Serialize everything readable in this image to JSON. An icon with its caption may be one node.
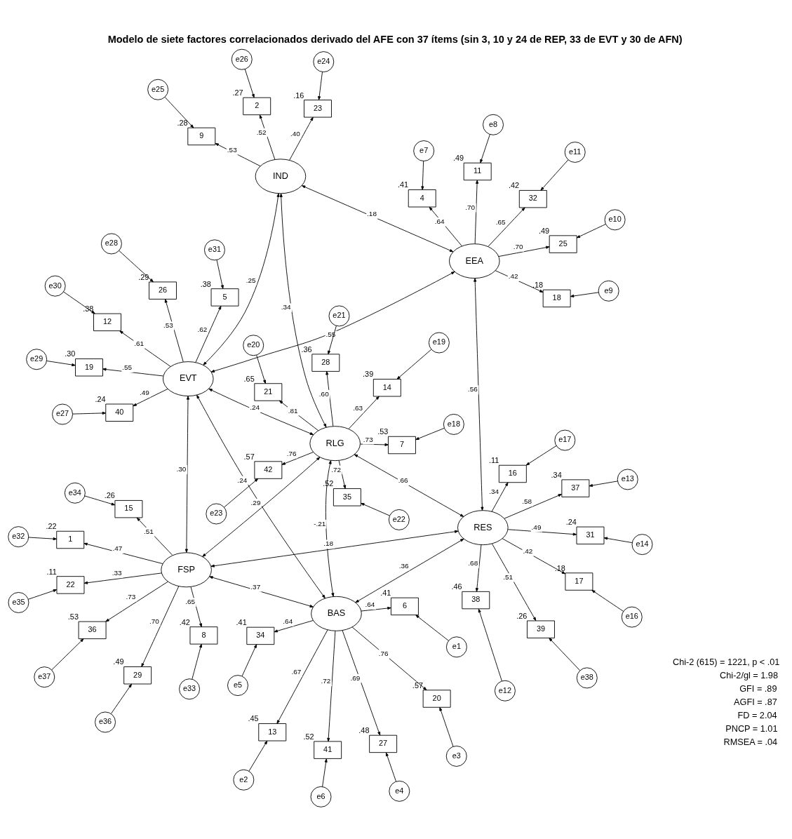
{
  "diagram": {
    "title": "Modelo de siete factores correlacionados derivado del AFE con 37 ítems (sin 3, 10 y 24 de REP, 33 de EVT y 30 de AFN)",
    "nodes": [
      {
        "text": [
          "BAS"
        ]
      },
      {
        "text": [
          "6"
        ],
        "beside": [
          ".41"
        ]
      },
      {
        "text": [
          "13"
        ],
        "beside": [
          ".45"
        ]
      },
      {
        "text": [
          "20"
        ],
        "beside": [
          ".57"
        ]
      },
      {
        "text": [
          "27"
        ],
        "beside": [
          ".48"
        ]
      },
      {
        "text": [
          "34"
        ],
        "beside": [
          ".41"
        ]
      },
      {
        "text": [
          "41"
        ],
        "beside": [
          ".52"
        ]
      },
      {
        "text": [
          "e1"
        ]
      },
      {
        "text": [
          "e2"
        ]
      },
      {
        "text": [
          "e3"
        ]
      },
      {
        "text": [
          "e4"
        ]
      },
      {
        "text": [
          "e5"
        ]
      },
      {
        "text": [
          "e6"
        ]
      },
      {
        "text": [
          "RES"
        ]
      },
      {
        "text": [
          "16"
        ],
        "beside": [
          ".11"
        ]
      },
      {
        "text": [
          "17"
        ],
        "beside": [
          ".18"
        ]
      },
      {
        "text": [
          "31"
        ],
        "beside": [
          ".24"
        ]
      },
      {
        "text": [
          "37"
        ],
        "beside": [
          ".34"
        ]
      },
      {
        "text": [
          "38"
        ],
        "beside": [
          ".46"
        ]
      },
      {
        "text": [
          "39"
        ],
        "beside": [
          ".26"
        ]
      },
      {
        "text": [
          "e17"
        ]
      },
      {
        "text": [
          "e16"
        ]
      },
      {
        "text": [
          "e14"
        ]
      },
      {
        "text": [
          "e13"
        ]
      },
      {
        "text": [
          "e12"
        ]
      },
      {
        "text": [
          "e38"
        ]
      },
      {
        "text": [
          "EEA"
        ]
      },
      {
        "text": [
          "4"
        ],
        "beside": [
          ".41"
        ]
      },
      {
        "text": [
          "11"
        ],
        "beside": [
          ".49"
        ]
      },
      {
        "text": [
          "18"
        ],
        "beside": [
          ".18"
        ]
      },
      {
        "text": [
          "25"
        ],
        "beside": [
          ".49"
        ]
      },
      {
        "text": [
          "32"
        ],
        "beside": [
          ".42"
        ]
      },
      {
        "text": [
          "e7"
        ]
      },
      {
        "text": [
          "e8"
        ]
      },
      {
        "text": [
          "e9"
        ]
      },
      {
        "text": [
          "e10"
        ]
      },
      {
        "text": [
          "e11"
        ]
      },
      {
        "text": [
          "IND"
        ]
      },
      {
        "text": [
          "2"
        ],
        "beside": [
          ".27"
        ]
      },
      {
        "text": [
          "9"
        ],
        "beside": [
          ".28"
        ]
      },
      {
        "text": [
          "23"
        ],
        "beside": [
          ".16"
        ]
      },
      {
        "text": [
          "e26"
        ]
      },
      {
        "text": [
          "e25"
        ]
      },
      {
        "text": [
          "e24"
        ]
      },
      {
        "text": [
          "RLG"
        ]
      },
      {
        "text": [
          "7"
        ],
        "beside": [
          ".53"
        ]
      },
      {
        "text": [
          "14"
        ],
        "beside": [
          ".39"
        ]
      },
      {
        "text": [
          "21"
        ],
        "beside": [
          ".65"
        ]
      },
      {
        "text": [
          "28"
        ],
        "beside": [
          ".36"
        ]
      },
      {
        "text": [
          "35"
        ],
        "beside": [
          ".52"
        ]
      },
      {
        "text": [
          "42"
        ],
        "beside": [
          ".57"
        ]
      },
      {
        "text": [
          "e18"
        ]
      },
      {
        "text": [
          "e19"
        ]
      },
      {
        "text": [
          "e20"
        ]
      },
      {
        "text": [
          "e21"
        ]
      },
      {
        "text": [
          "e22"
        ]
      },
      {
        "text": [
          "e23"
        ]
      },
      {
        "text": [
          "EVT"
        ]
      },
      {
        "text": [
          "5"
        ],
        "beside": [
          ".38"
        ]
      },
      {
        "text": [
          "12"
        ],
        "beside": [
          ".38"
        ]
      },
      {
        "text": [
          "19"
        ],
        "beside": [
          ".30"
        ]
      },
      {
        "text": [
          "26"
        ],
        "beside": [
          ".29"
        ]
      },
      {
        "text": [
          "40"
        ],
        "beside": [
          ".24"
        ]
      },
      {
        "text": [
          "e31"
        ]
      },
      {
        "text": [
          "e30"
        ]
      },
      {
        "text": [
          "e29"
        ]
      },
      {
        "text": [
          "e28"
        ]
      },
      {
        "text": [
          "e27"
        ]
      },
      {
        "text": [
          "FSP"
        ]
      },
      {
        "text": [
          "36"
        ],
        "beside": [
          ".53"
        ]
      },
      {
        "text": [
          "29"
        ],
        "beside": [
          ".49"
        ]
      },
      {
        "text": [
          "22"
        ],
        "beside": [
          ".11"
        ]
      },
      {
        "text": [
          "15"
        ],
        "beside": [
          ".26"
        ]
      },
      {
        "text": [
          "8"
        ],
        "beside": [
          ".42"
        ]
      },
      {
        "text": [
          "1"
        ],
        "beside": [
          ".22"
        ]
      },
      {
        "text": [
          "e37"
        ]
      },
      {
        "text": [
          "e36"
        ]
      },
      {
        "text": [
          "e35"
        ]
      },
      {
        "text": [
          "e34"
        ]
      },
      {
        "text": [
          "e33"
        ]
      },
      {
        "text": [
          "e32"
        ]
      }
    ],
    "edges": [
      {
        "from": 7,
        "to": 1,
        "arrow": "to"
      },
      {
        "from": 8,
        "to": 2,
        "arrow": "to"
      },
      {
        "from": 9,
        "to": 3,
        "arrow": "to"
      },
      {
        "from": 10,
        "to": 4,
        "arrow": "to"
      },
      {
        "from": 11,
        "to": 5,
        "arrow": "to"
      },
      {
        "from": 12,
        "to": 6,
        "arrow": "to"
      },
      {
        "from": 0,
        "to": 1,
        "arrow": "to",
        "label": ".64"
      },
      {
        "from": 0,
        "to": 2,
        "arrow": "to",
        "label": ".67"
      },
      {
        "from": 0,
        "to": 3,
        "arrow": "to",
        "label": ".76"
      },
      {
        "from": 0,
        "to": 4,
        "arrow": "to",
        "label": ".69"
      },
      {
        "from": 0,
        "to": 5,
        "arrow": "to",
        "label": ".64"
      },
      {
        "from": 0,
        "to": 6,
        "arrow": "to",
        "label": ".72"
      },
      {
        "from": 20,
        "to": 14,
        "arrow": "to"
      },
      {
        "from": 21,
        "to": 15,
        "arrow": "to"
      },
      {
        "from": 22,
        "to": 16,
        "arrow": "to"
      },
      {
        "from": 23,
        "to": 17,
        "arrow": "to"
      },
      {
        "from": 24,
        "to": 18,
        "arrow": "to"
      },
      {
        "from": 25,
        "to": 19,
        "arrow": "to"
      },
      {
        "from": 13,
        "to": 14,
        "arrow": "to",
        "label": ".34"
      },
      {
        "from": 13,
        "to": 15,
        "arrow": "to",
        "label": ".42"
      },
      {
        "from": 13,
        "to": 16,
        "arrow": "to",
        "label": ".49"
      },
      {
        "from": 13,
        "to": 17,
        "arrow": "to",
        "label": ".58"
      },
      {
        "from": 13,
        "to": 18,
        "arrow": "to",
        "label": ".68"
      },
      {
        "from": 13,
        "to": 19,
        "arrow": "to",
        "label": ".51"
      },
      {
        "from": 32,
        "to": 27,
        "arrow": "to"
      },
      {
        "from": 33,
        "to": 28,
        "arrow": "to"
      },
      {
        "from": 34,
        "to": 29,
        "arrow": "to"
      },
      {
        "from": 35,
        "to": 30,
        "arrow": "to"
      },
      {
        "from": 36,
        "to": 31,
        "arrow": "to"
      },
      {
        "from": 26,
        "to": 27,
        "arrow": "to",
        "label": ".64"
      },
      {
        "from": 26,
        "to": 28,
        "arrow": "to",
        "label": ".70"
      },
      {
        "from": 26,
        "to": 29,
        "arrow": "to",
        "label": ".42"
      },
      {
        "from": 26,
        "to": 30,
        "arrow": "to",
        "label": ".70"
      },
      {
        "from": 26,
        "to": 31,
        "arrow": "to",
        "label": ".65"
      },
      {
        "from": 41,
        "to": 38,
        "arrow": "to"
      },
      {
        "from": 42,
        "to": 39,
        "arrow": "to"
      },
      {
        "from": 43,
        "to": 40,
        "arrow": "to"
      },
      {
        "from": 37,
        "to": 38,
        "arrow": "to",
        "label": ".52"
      },
      {
        "from": 37,
        "to": 39,
        "arrow": "to",
        "label": ".53"
      },
      {
        "from": 37,
        "to": 40,
        "arrow": "to",
        "label": ".40"
      },
      {
        "from": 51,
        "to": 45,
        "arrow": "to"
      },
      {
        "from": 52,
        "to": 46,
        "arrow": "to"
      },
      {
        "from": 53,
        "to": 47,
        "arrow": "to"
      },
      {
        "from": 54,
        "to": 48,
        "arrow": "to"
      },
      {
        "from": 55,
        "to": 49,
        "arrow": "to"
      },
      {
        "from": 56,
        "to": 50,
        "arrow": "to"
      },
      {
        "from": 44,
        "to": 45,
        "arrow": "to",
        "label": ".73"
      },
      {
        "from": 44,
        "to": 46,
        "arrow": "to",
        "label": ".63"
      },
      {
        "from": 44,
        "to": 47,
        "arrow": "to",
        "label": ".81"
      },
      {
        "from": 44,
        "to": 48,
        "arrow": "to",
        "label": ".60"
      },
      {
        "from": 44,
        "to": 49,
        "arrow": "to",
        "label": ".72"
      },
      {
        "from": 44,
        "to": 50,
        "arrow": "to",
        "label": ".76"
      },
      {
        "from": 63,
        "to": 58,
        "arrow": "to"
      },
      {
        "from": 64,
        "to": 59,
        "arrow": "to"
      },
      {
        "from": 65,
        "to": 60,
        "arrow": "to"
      },
      {
        "from": 66,
        "to": 61,
        "arrow": "to"
      },
      {
        "from": 67,
        "to": 62,
        "arrow": "to"
      },
      {
        "from": 57,
        "to": 58,
        "arrow": "to",
        "label": ".62"
      },
      {
        "from": 57,
        "to": 59,
        "arrow": "to",
        "label": ".61"
      },
      {
        "from": 57,
        "to": 60,
        "arrow": "to",
        "label": ".55"
      },
      {
        "from": 57,
        "to": 61,
        "arrow": "to",
        "label": ".53"
      },
      {
        "from": 57,
        "to": 62,
        "arrow": "to",
        "label": ".49"
      },
      {
        "from": 75,
        "to": 69,
        "arrow": "to"
      },
      {
        "from": 76,
        "to": 70,
        "arrow": "to"
      },
      {
        "from": 77,
        "to": 71,
        "arrow": "to"
      },
      {
        "from": 78,
        "to": 72,
        "arrow": "to"
      },
      {
        "from": 79,
        "to": 73,
        "arrow": "to"
      },
      {
        "from": 80,
        "to": 74,
        "arrow": "to"
      },
      {
        "from": 68,
        "to": 69,
        "arrow": "to",
        "label": ".73"
      },
      {
        "from": 68,
        "to": 70,
        "arrow": "to",
        "label": ".70"
      },
      {
        "from": 68,
        "to": 71,
        "arrow": "to",
        "label": ".33"
      },
      {
        "from": 68,
        "to": 72,
        "arrow": "to",
        "label": ".51"
      },
      {
        "from": 68,
        "to": 73,
        "arrow": "to",
        "label": ".65"
      },
      {
        "from": 68,
        "to": 74,
        "arrow": "to",
        "label": ".47"
      },
      {
        "from": 13,
        "to": 0,
        "arrow": "both",
        "label": ".36"
      },
      {
        "from": 13,
        "to": 26,
        "arrow": "both",
        "label": ".56"
      },
      {
        "from": 0,
        "to": 68,
        "arrow": "both",
        "label": ".37"
      },
      {
        "from": 13,
        "to": 44,
        "arrow": "both",
        "label": ".66"
      },
      {
        "from": 13,
        "to": 68,
        "arrow": "both",
        "label": ".18"
      },
      {
        "from": 26,
        "to": 37,
        "arrow": "both",
        "label": ".18"
      },
      {
        "from": 44,
        "to": 37,
        "arrow": "both",
        "label": ".34"
      },
      {
        "from": 0,
        "to": 57,
        "arrow": "both",
        "label": ".24"
      },
      {
        "from": 0,
        "to": 44,
        "arrow": "both",
        "label": "-.21"
      },
      {
        "from": 44,
        "to": 57,
        "arrow": "both",
        "label": ".24"
      },
      {
        "from": 26,
        "to": 57,
        "arrow": "both",
        "label": ".55"
      },
      {
        "from": 57,
        "to": 68,
        "arrow": "both",
        "label": ".30"
      },
      {
        "from": 44,
        "to": 68,
        "arrow": "both",
        "label": ".29"
      },
      {
        "from": 37,
        "to": 57,
        "arrow": "both",
        "label": ".25"
      }
    ],
    "labels": [
      "Chi-2 (615) = 1221, p < .01",
      "Chi-2/gl = 1.98",
      "GFI = .89",
      "AGFI = .87",
      "FD = 2.04",
      "PNCP = 1.01",
      "RMSEA = .04"
    ]
  }
}
